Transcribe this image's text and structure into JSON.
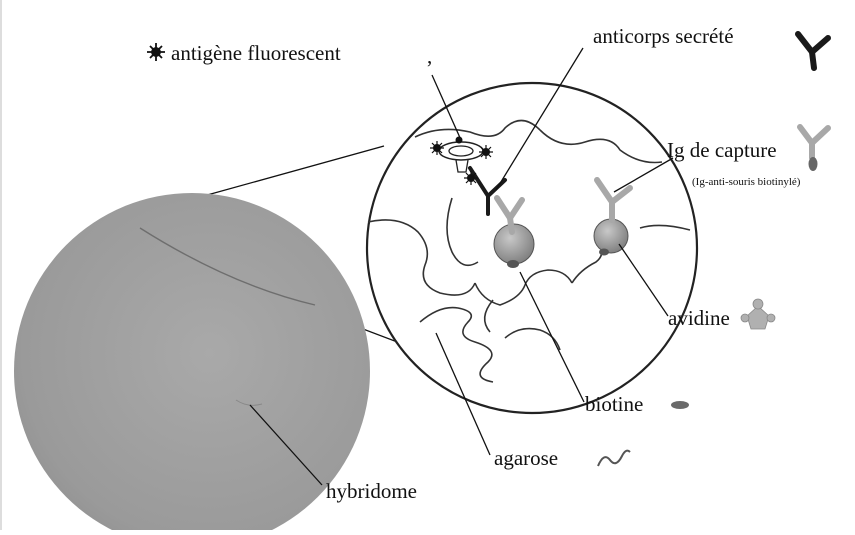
{
  "labels": {
    "antigen": "antigène fluorescent",
    "stray_mark": ",",
    "antibody_secreted": "anticorps secrété",
    "capture_ig": "Ig de capture",
    "capture_ig_note": "(Ig-anti-souris biotinylé)",
    "avidin": "avidine",
    "biotin": "biotine",
    "agarose": "agarose",
    "hybridoma": "hybridome"
  },
  "colors": {
    "ink": "#111111",
    "sphere_shade": "#9a9a9a",
    "antibody": "#1a1a1a",
    "capture_antibody": "#a8a8a8",
    "avidin": "#b0b0b0",
    "biotin": "#6a6a6a"
  },
  "icons": {
    "antigen": "starburst-icon",
    "antibody": "y-antibody-icon",
    "capture": "y-antibody-with-biotin-icon",
    "avidin": "tetramer-icon",
    "biotin": "ellipse-icon",
    "agarose": "squiggle-icon"
  }
}
